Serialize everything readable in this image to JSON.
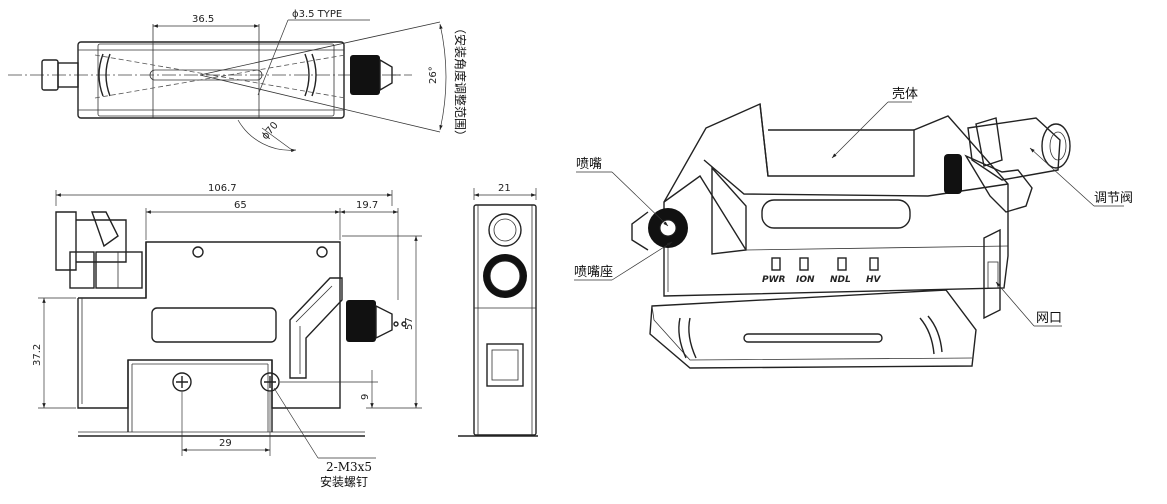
{
  "dimensions": {
    "top_width": "36.5",
    "hole_type": "ϕ3.5 TYPE",
    "angle": "26°",
    "angle_caption": "（安装角度调整范围）",
    "radius": "ϕ70",
    "overall_width": "106.7",
    "body_width": "65",
    "nozzle_width": "19.7",
    "left_height": "37.2",
    "total_height": "57",
    "hole_offset": "9",
    "hole_spacing": "29",
    "side_width": "21"
  },
  "screw_label": {
    "spec": "2-M3x5",
    "name": "安装螺钉"
  },
  "callouts": {
    "shell": "壳体",
    "nozzle": "喷嘴",
    "nozzle_seat": "喷嘴座",
    "valve": "调节阀",
    "port": "网口"
  },
  "indicators": [
    "PWR",
    "ION",
    "NDL",
    "HV"
  ]
}
